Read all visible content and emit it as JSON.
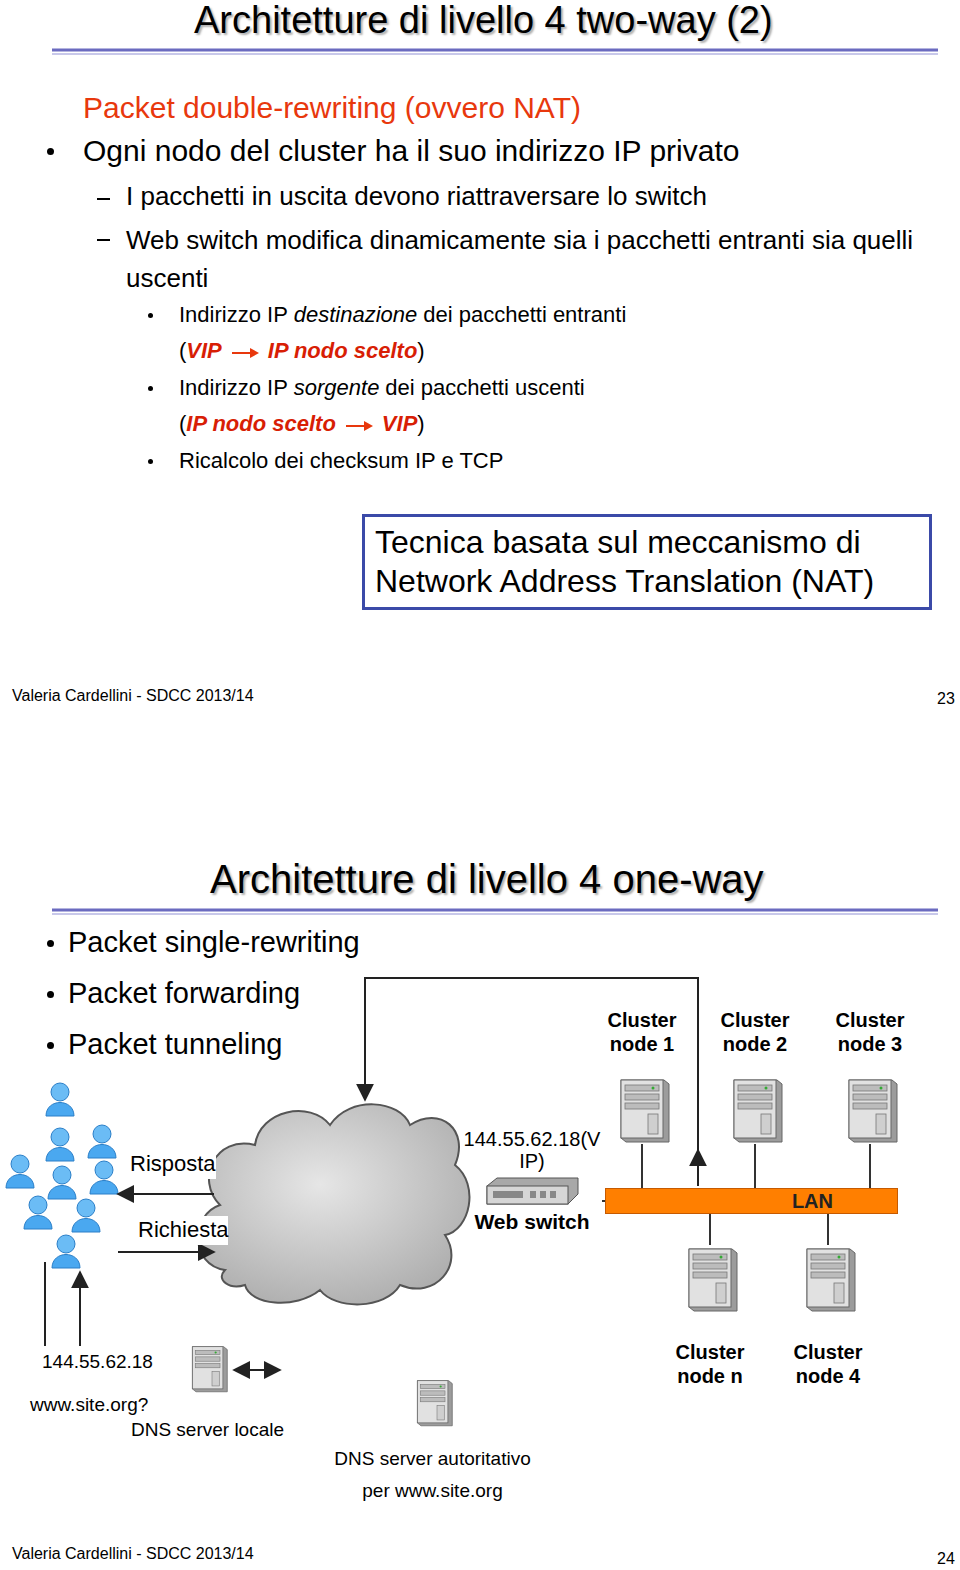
{
  "diagram": {
    "title": "Architetture di livello 4 two-way (2)",
    "nodes": [
      {
        "text": [
          "Tecnica basata sul meccanismo di Network Address Translation (NAT)"
        ]
      },
      {
        "text": [
          "144.55.62.18(VIP)",
          "Web switch"
        ]
      },
      {
        "text": [
          "LAN"
        ]
      },
      {
        "text": [
          "Cluster node 1"
        ]
      },
      {
        "text": [
          "Cluster node 2"
        ]
      },
      {
        "text": [
          "Cluster node 3"
        ]
      },
      {
        "text": [
          "Cluster node n"
        ]
      },
      {
        "text": [
          "Cluster node 4"
        ]
      },
      {
        "text": [
          "DNS server locale"
        ]
      },
      {
        "text": [
          "DNS server autoritativo per www.site.org"
        ]
      }
    ],
    "edges": [
      {
        "from": 1,
        "to": 2,
        "arrow": "none"
      },
      {
        "from": 3,
        "to": 2,
        "arrow": "none"
      },
      {
        "from": 4,
        "to": 2,
        "arrow": "none"
      },
      {
        "from": 5,
        "to": 2,
        "arrow": "none"
      },
      {
        "from": 2,
        "to": 6,
        "arrow": "none"
      },
      {
        "from": 2,
        "to": 7,
        "arrow": "none"
      }
    ],
    "labels": [
      "Packet double-rewriting (ovvero NAT)",
      "Ogni nodo del cluster ha il suo indirizzo IP privato",
      "I pacchetti in uscita devono riattraversare lo switch",
      "Web switch modifica dinamicamente sia i pacchetti entranti sia quelli uscenti",
      "Indirizzo IP",
      "destinazione",
      "dei pacchetti entranti",
      "(",
      "VIP",
      "IP nodo scelto",
      ")",
      "Indirizzo IP",
      "sorgente",
      "dei pacchetti uscenti",
      "(",
      "IP nodo scelto",
      "VIP",
      ")",
      "Ricalcolo dei checksum IP e TCP",
      "Valeria Cardellini - SDCC 2013/14",
      "23",
      "Architetture di livello 4 one-way",
      "Packet single-rewriting",
      "Packet forwarding",
      "Packet tunneling",
      "Risposta",
      "Richiesta",
      "144.55.62.18",
      "www.site.org?",
      "Valeria Cardellini - SDCC 2013/14",
      "24"
    ]
  }
}
